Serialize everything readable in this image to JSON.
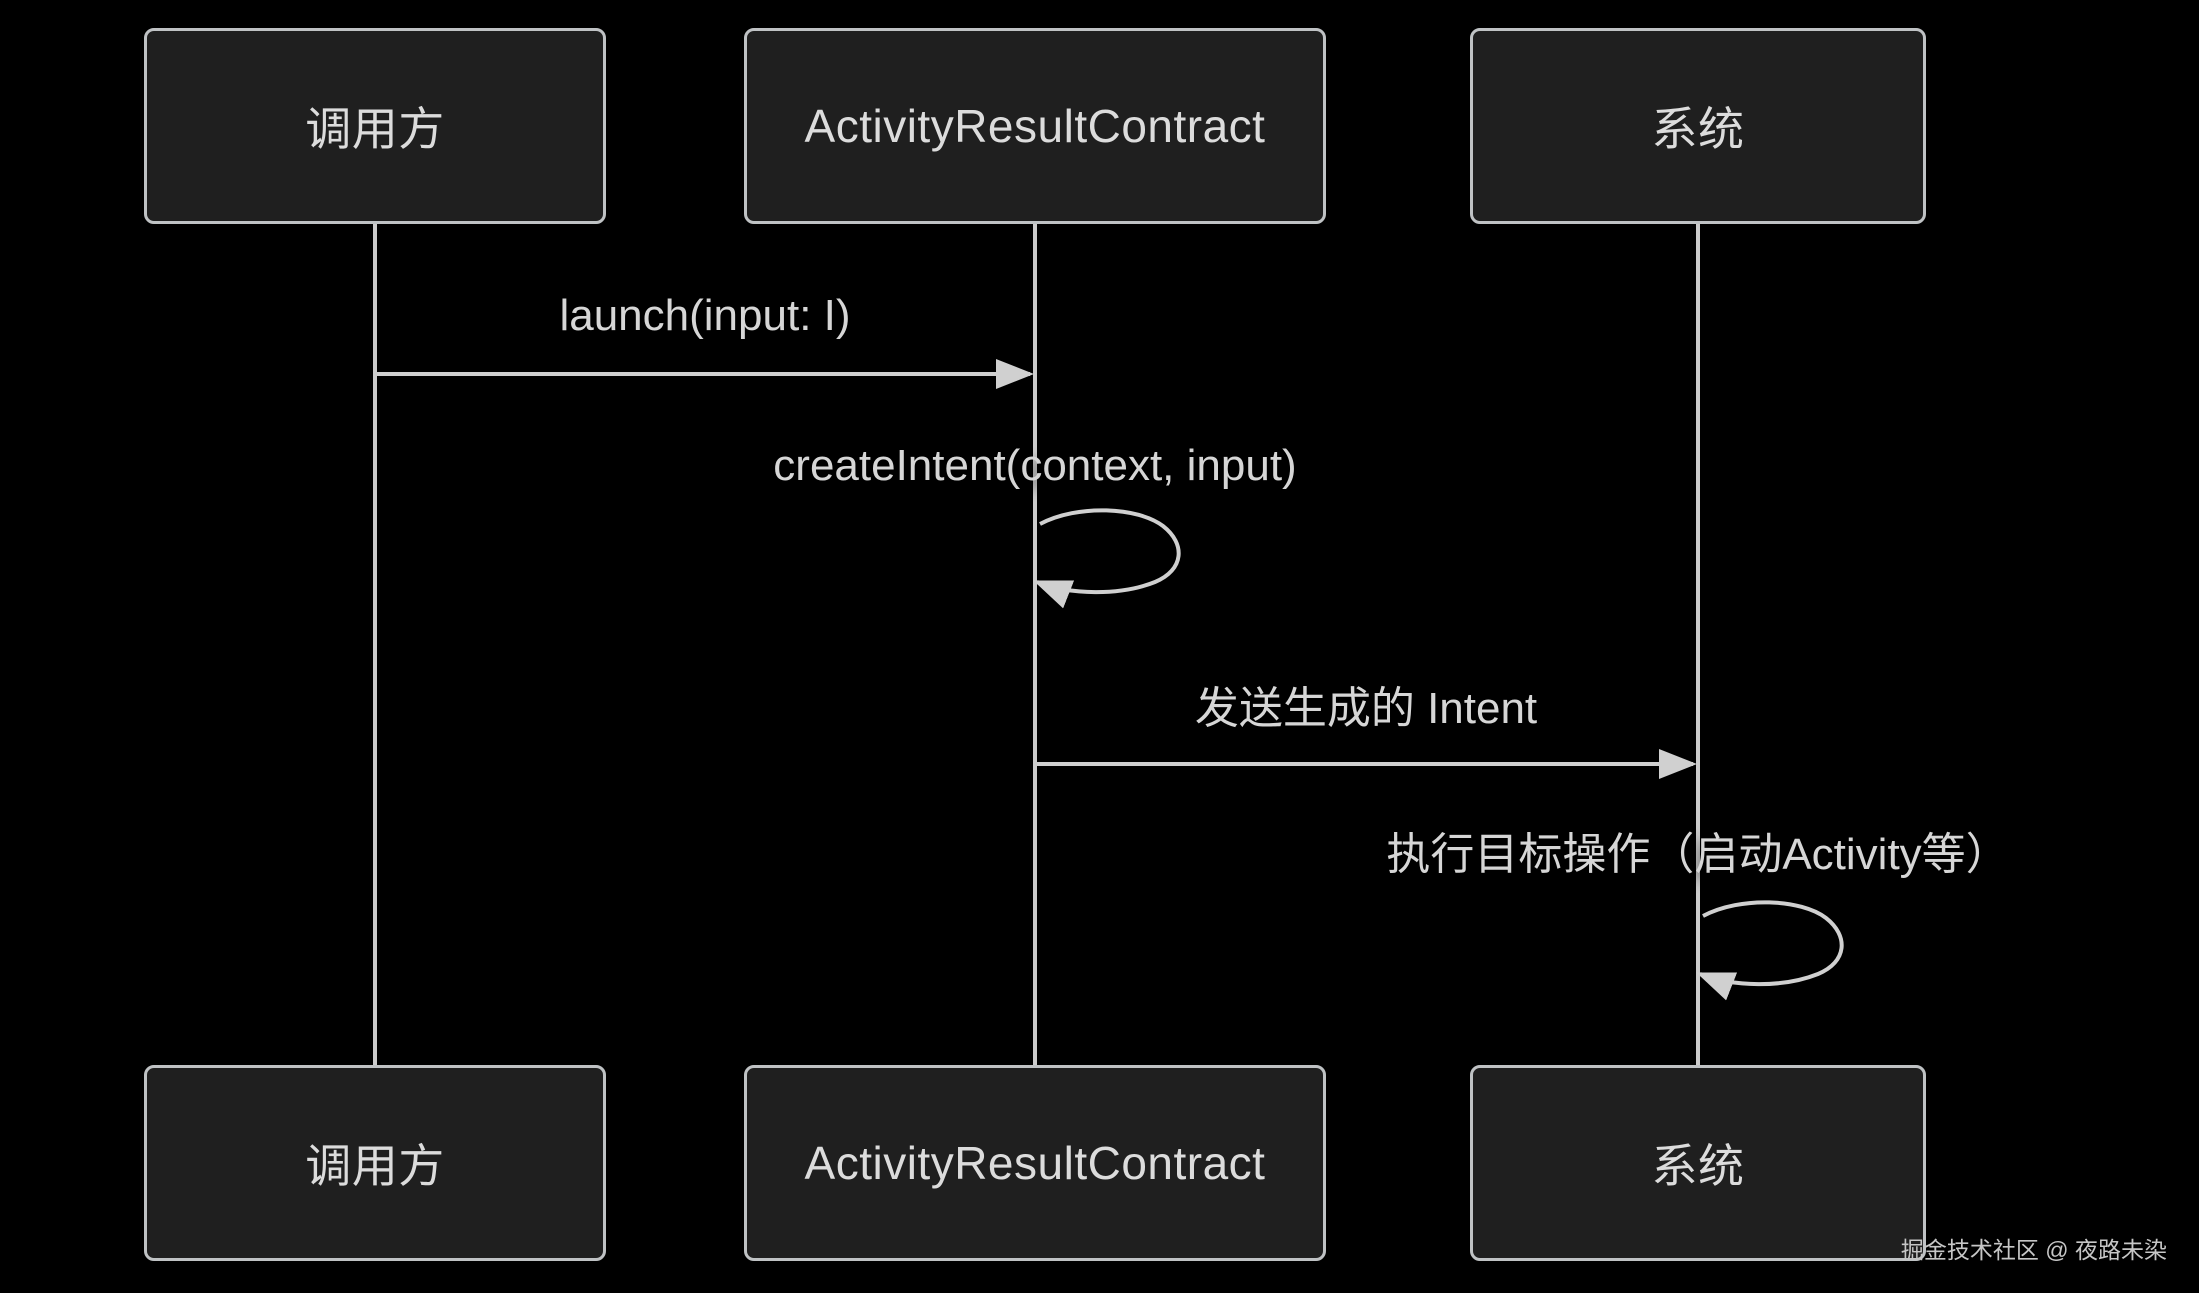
{
  "diagram": {
    "type": "sequence",
    "actors": [
      {
        "id": "caller",
        "label": "调用方"
      },
      {
        "id": "contract",
        "label": "ActivityResultContract"
      },
      {
        "id": "system",
        "label": "系统"
      }
    ],
    "messages": [
      {
        "from": "caller",
        "to": "contract",
        "kind": "solid-arrow",
        "label": "launch(input: I)"
      },
      {
        "from": "contract",
        "to": "contract",
        "kind": "self-loop",
        "label": "createIntent(context, input)"
      },
      {
        "from": "contract",
        "to": "system",
        "kind": "solid-arrow",
        "label": "发送生成的 Intent"
      },
      {
        "from": "system",
        "to": "system",
        "kind": "self-loop",
        "label": "执行目标操作（启动Activity等）"
      }
    ],
    "watermark": "掘金技术社区 @ 夜路未染",
    "colors": {
      "background": "#000000",
      "actor_fill": "#1f1f1f",
      "actor_border": "#bfc2c4",
      "text": "#dcdcdc",
      "line": "#cccccc"
    }
  }
}
